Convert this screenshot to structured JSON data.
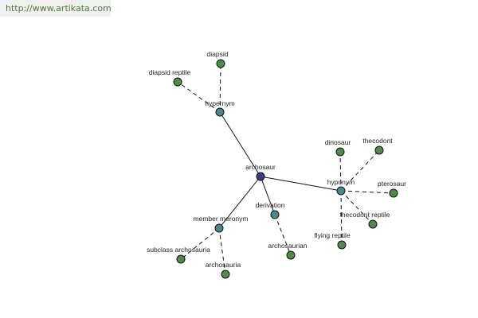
{
  "banner": {
    "url": "http://www.artikata.com"
  },
  "colors": {
    "center": "#3b3b8a",
    "relation": "#4b8a8a",
    "leaf": "#4f8a4a",
    "banner_text": "#4a7a3a"
  },
  "graph": {
    "center": {
      "id": "archosaur",
      "label": "archosaur"
    },
    "relations": [
      {
        "id": "hypernym",
        "label": "hypernym"
      },
      {
        "id": "hyponym",
        "label": "hyponym"
      },
      {
        "id": "derivation",
        "label": "derivation"
      },
      {
        "id": "member_meronym",
        "label": "member meronym"
      }
    ],
    "leaves": [
      {
        "id": "diapsid",
        "label": "diapsid",
        "relation": "hypernym"
      },
      {
        "id": "diapsid_reptile",
        "label": "diapsid reptile",
        "relation": "hypernym"
      },
      {
        "id": "dinosaur",
        "label": "dinosaur",
        "relation": "hyponym"
      },
      {
        "id": "thecodont",
        "label": "thecodont",
        "relation": "hyponym"
      },
      {
        "id": "pterosaur",
        "label": "pterosaur",
        "relation": "hyponym"
      },
      {
        "id": "thecodont_reptile",
        "label": "thecodont reptile",
        "relation": "hyponym"
      },
      {
        "id": "flying_reptile",
        "label": "flying reptile",
        "relation": "hyponym"
      },
      {
        "id": "archosaurian",
        "label": "archosaurian",
        "relation": "derivation"
      },
      {
        "id": "subclass_archosauria",
        "label": "subclass archosauria",
        "relation": "member_meronym"
      },
      {
        "id": "archosauria",
        "label": "archosauria",
        "relation": "member_meronym"
      }
    ]
  }
}
